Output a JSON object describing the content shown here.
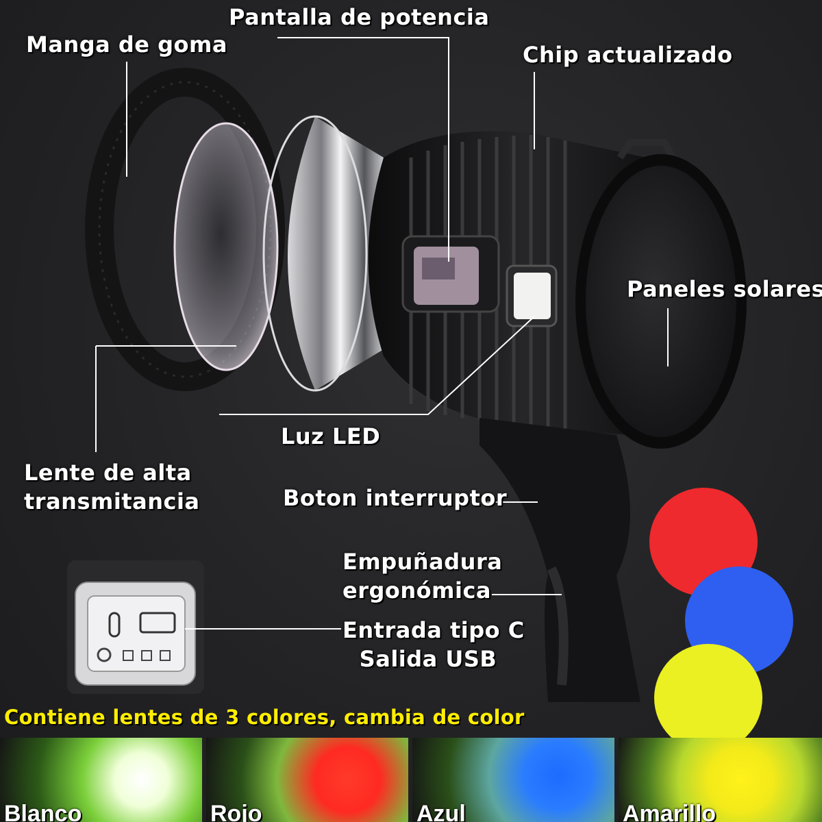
{
  "labels": {
    "rubber_sleeve": "Manga de goma",
    "power_display": "Pantalla de potencia",
    "upgraded_chip": "Chip actualizado",
    "solar_panels": "Paneles solares",
    "led_light": "Luz LED",
    "lens_line1": "Lente de alta",
    "lens_line2": "transmitancia",
    "switch_button": "Boton interruptor",
    "grip_line1": "Empuñadura",
    "grip_line2": "ergonómica",
    "ports_line1": "Entrada tipo C",
    "ports_line2": "Salida USB"
  },
  "banner": "Contiene lentes de 3 colores, cambia de color",
  "colors": {
    "accent_yellow": "#ffee00",
    "red_lens": "#ee2a2e",
    "blue_lens": "#2f5ff0",
    "yellow_lens": "#eaf021"
  },
  "tiles": [
    {
      "label": "Blanco",
      "color": "#ffffff"
    },
    {
      "label": "Rojo",
      "color": "#ff2a22"
    },
    {
      "label": "Azul",
      "color": "#1e6bff"
    },
    {
      "label": "Amarillo",
      "color": "#f3ea1a"
    }
  ]
}
